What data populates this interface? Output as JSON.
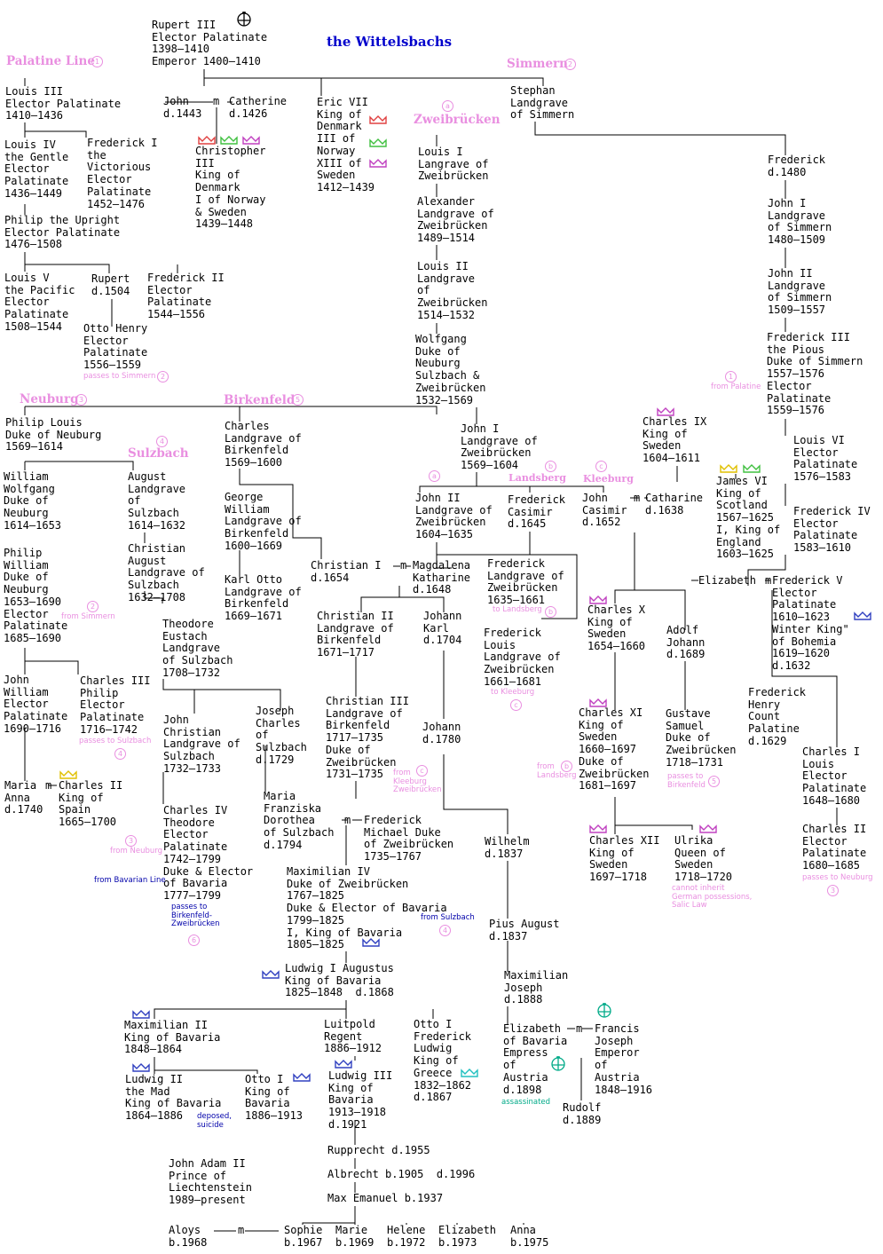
{
  "title": "the Wittelsbachs",
  "colors": {
    "heading": "#e98fe0",
    "title": "#0000cc",
    "note": "#e98fe0",
    "blue_note": "#0000aa",
    "green_note": "#00aa88"
  },
  "headings": {
    "palatine": "Palatine Line",
    "simmern": "Simmern",
    "zweibrucken": "Zweibrücken",
    "neuburg": "Neuburg",
    "birkenfeld": "Birkenfeld",
    "sulzbach": "Sulzbach",
    "landsberg": "Landsberg",
    "kleeburg": "Kleeburg"
  },
  "circles": {
    "c1": "1",
    "c2": "2",
    "c3": "3",
    "c4": "4",
    "c5": "5",
    "c6": "6",
    "c_a1": "a",
    "c_a2": "a",
    "c_b": "b",
    "c_c": "c"
  },
  "persons": {
    "rupert3": "Rupert III\nElector Palatinate\n1398–1410\nEmperor 1400–1410",
    "louis3": "Louis III\nElector Palatinate\n1410–1436",
    "john_d1443": "John\nd.1443",
    "catherine": "Catherine\nd.1426",
    "eric7": "Eric VII\nKing of\nDenmark\nIII of\nNorway\nXIII of\nSweden\n1412–1439",
    "stephan": "Stephan\nLandgrave\nof Simmern",
    "louis4": "Louis IV\nthe Gentle\nElector\nPalatinate\n1436–1449",
    "frederick1": "Frederick I\nthe\nVictorious\nElector\nPalatinate\n1452–1476",
    "christopher3": "Christopher\nIII\nKing of\nDenmark\nI of Norway\n& Sweden\n1439–1448",
    "louis1_zw": "Louis I\nLangrave of\nZweibrücken",
    "frederick_1480": "Frederick\nd.1480",
    "philip": "Philip the Upright\nElector Palatinate\n1476–1508",
    "alexander": "Alexander\nLandgrave of\nZweibrücken\n1489–1514",
    "john1_sim": "John I\nLandgrave\nof Simmern\n1480–1509",
    "louis2_zw": "Louis II\nLandgrave\nof\nZweibrücken\n1514–1532",
    "john2_sim": "John II\nLandgrave\nof Simmern\n1509–1557",
    "louis5": "Louis V\nthe Pacific\nElector\nPalatinate\n1508–1544",
    "rupert_1504": "Rupert\nd.1504",
    "frederick2": "Frederick II\nElector\nPalatinate\n1544–1556",
    "otto_henry": "Otto Henry\nElector\nPalatinate\n1556–1559",
    "wolfgang": "Wolfgang\nDuke of\nNeuburg\nSulzbach &\nZweibrücken\n1532–1569",
    "frederick3": "Frederick III\nthe Pious\nDuke of Simmern\n1557–1576\nElector\nPalatinate\n1559–1576",
    "philip_louis": "Philip Louis\nDuke of Neuburg\n1569–1614",
    "charles_birk": "Charles\nLandgrave of\nBirkenfeld\n1569–1600",
    "john1_zw": "John I\nLandgrave of\nZweibrücken\n1569–1604",
    "charles9": "Charles IX\nKing of\nSweden\n1604–1611",
    "louis6": "Louis VI\nElector\nPalatinate\n1576–1583",
    "william_wolfgang": "William\nWolfgang\nDuke of\nNeuburg\n1614–1653",
    "august_sulz": "August\nLandgrave\nof\nSulzbach\n1614–1632",
    "george_william": "George\nWilliam\nLandgrave of\nBirkenfeld\n1600–1669",
    "john2_zw": "John II\nLandgrave of\nZweibrücken\n1604–1635",
    "frederick_casimir": "Frederick\nCasimir\nd.1645",
    "john_casimir": "John\nCasimir\nd.1652",
    "catharine": "Catharine\nd.1638",
    "james6": "James VI\nKing of\nScotland\n1567–1625\nI, King of\nEngland\n1603–1625",
    "frederick4": "Frederick IV\nElector\nPalatinate\n1583–1610",
    "philip_william": "Philip\nWilliam\nDuke of\nNeuburg\n1653–1690\nElector\nPalatinate\n1685–1690",
    "christian_august": "Christian\nAugust\nLandgrave of\nSulzbach\n1632–1708",
    "karl_otto": "Karl Otto\nLandgrave of\nBirkenfeld\n1669–1671",
    "christian1": "Christian I",
    "christian1_d": "d.1654",
    "magdalena": "Magdalena\nKatharine\nd.1648",
    "frederick_zw_1635": "Frederick\nLandgrave of\nZweibrücken\n1635–1661",
    "elizabeth_fv": "Elizabeth",
    "frederick5": "Frederick V\nElector\nPalatinate\n1610–1623\nWinter King\"\nof Bohemia\n1619–1620\nd.1632",
    "charles10": "Charles X\nKing of\nSweden\n1654–1660",
    "adolf_johann": "Adolf\nJohann\nd.1689",
    "theodore_eustach": "Theodore\nEustach\nLandgrave\nof Sulzbach\n1708–1732",
    "christian2": "Christian II\nLandgrave of\nBirkenfeld\n1671–1717",
    "johann_karl": "Johann\nKarl\nd.1704",
    "frederick_louis": "Frederick\nLouis\nLandgrave of\nZweibrücken\n1661–1681",
    "john_william": "John\nWilliam\nElector\nPalatinate\n1690–1716",
    "charles3_philip": "Charles III\nPhilip\nElector\nPalatinate\n1716–1742",
    "christian3": "Christian III\nLandgrave of\nBirkenfeld\n1717–1735\nDuke of\nZweibrücken\n1731–1735",
    "frederick_henry": "Frederick\nHenry\nCount\nPalatine\nd.1629",
    "john_christian": "John\nChristian\nLandgrave of\nSulzbach\n1732–1733",
    "joseph_charles": "Joseph\nCharles\nof\nSulzbach\nd.1729",
    "johann_1780": "Johann\nd.1780",
    "charles11": "Charles XI\nKing of\nSweden\n1660–1697\nDuke of\nZweibrücken\n1681–1697",
    "gustave_samuel": "Gustave\nSamuel\nDuke of\nZweibrücken\n1718–1731",
    "charles1_louis": "Charles I\nLouis\nElector\nPalatinate\n1648–1680",
    "maria_anna": "Maria\nAnna\nd.1740",
    "charles2_spain": "Charles II\nKing of\nSpain\n1665–1700",
    "maria_franziska": "Maria\nFranziska\nDorothea\nof Sulzbach\nd.1794",
    "frederick_michael": "Frederick\nMichael Duke\nof Zweibrücken\n1735–1767",
    "charles4_theodore": "Charles IV\nTheodore\nElector\nPalatinate\n1742–1799\nDuke & Elector\nof Bavaria\n1777–1799",
    "wilhelm": "Wilhelm\nd.1837",
    "charles12": "Charles XII\nKing of\nSweden\n1697–1718",
    "ulrika": "Ulrika\nQueen of\nSweden\n1718–1720",
    "charles2_pal": "Charles II\nElector\nPalatinate\n1680–1685",
    "maximilian4": "Maximilian IV\nDuke of Zweibrücken\n1767–1825\nDuke & Elector of Bavaria\n1799–1825\nI, King of Bavaria\n1805–1825",
    "pius_august": "Pius August\nd.1837",
    "ludwig1": "Ludwig I Augustus\nKing of Bavaria\n1825–1848  d.1868",
    "maximilian_joseph": "Maximilian\nJoseph\nd.1888",
    "maximilian2": "Maximilian II\nKing of Bavaria\n1848–1864",
    "luitpold": "Luitpold\nRegent\n1886–1912",
    "otto1_greece": "Otto I\nFrederick\nLudwig\nKing of\nGreece\n1832–1862\nd.1867",
    "elizabeth_bav": "Elizabeth\nof Bavaria\nEmpress\nof\nAustria\nd.1898",
    "francis_joseph": "Francis\nJoseph\nEmperor\nof\nAustria\n1848–1916",
    "ludwig2": "Ludwig II\nthe Mad\nKing of Bavaria\n1864–1886",
    "otto1_bav": "Otto I\nKing of\nBavaria\n1886–1913",
    "ludwig3": "Ludwig III\nKing of\nBavaria\n1913–1918\nd.1921",
    "rudolf": "Rudolf\nd.1889",
    "rupprecht": "Rupprecht d.1955",
    "john_adam": "John Adam II\nPrince of\nLiechtenstein\n1989–present",
    "albrecht": "Albrecht b.1905  d.1996",
    "max_emanuel": "Max Emanuel b.1937",
    "aloys": "Aloys\nb.1968",
    "sophie": "Sophie\nb.1967",
    "marie": "Marie\nb.1969",
    "helene": "Helene\nb.1972",
    "elizabeth_1973": "Elizabeth\nb.1973",
    "anna_1975": "Anna\nb.1975"
  },
  "notes": {
    "passes_simmern": "passes to Simmern",
    "from_palatine": "from Palatine",
    "from_simmern": "from Simmern",
    "passes_sulzbach": "passes to Sulzbach",
    "to_landsberg": "to Landsberg",
    "to_kleeburg": "to Kleeburg",
    "from_kleeburg": "from\nKleeburg\nZweibrücken",
    "from_landsberg": "from\nLandsberg",
    "passes_birkenfeld": "passes to\nBirkenfeld",
    "from_neuburg": "from Neuburg",
    "from_bavarian": "from Bavarian Line",
    "passes_birk_zw": "passes to\nBirkenfeld-\nZweibrücken",
    "from_sulzbach": "from Sulzbach",
    "cannot_inherit": "cannot inherit\nGerman possessions,\nSalic Law",
    "passes_neuburg": "passes to Neuburg",
    "deposed": "deposed,\nsuicide",
    "assassinated": "assassinated"
  },
  "marriage_mark": "m"
}
